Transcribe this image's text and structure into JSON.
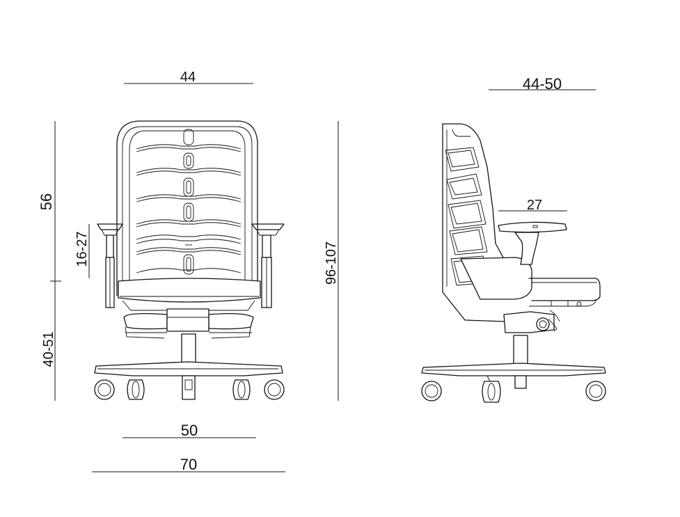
{
  "diagram": {
    "front_view": {
      "dimensions": {
        "seat_width": "44",
        "backrest_height": "56",
        "armrest_height": "16-27",
        "seat_height": "40-51",
        "total_height": "96-107",
        "seat_frame_width": "50",
        "base_width": "70"
      }
    },
    "side_view": {
      "dimensions": {
        "seat_depth": "44-50",
        "armrest_width": "27"
      }
    }
  }
}
